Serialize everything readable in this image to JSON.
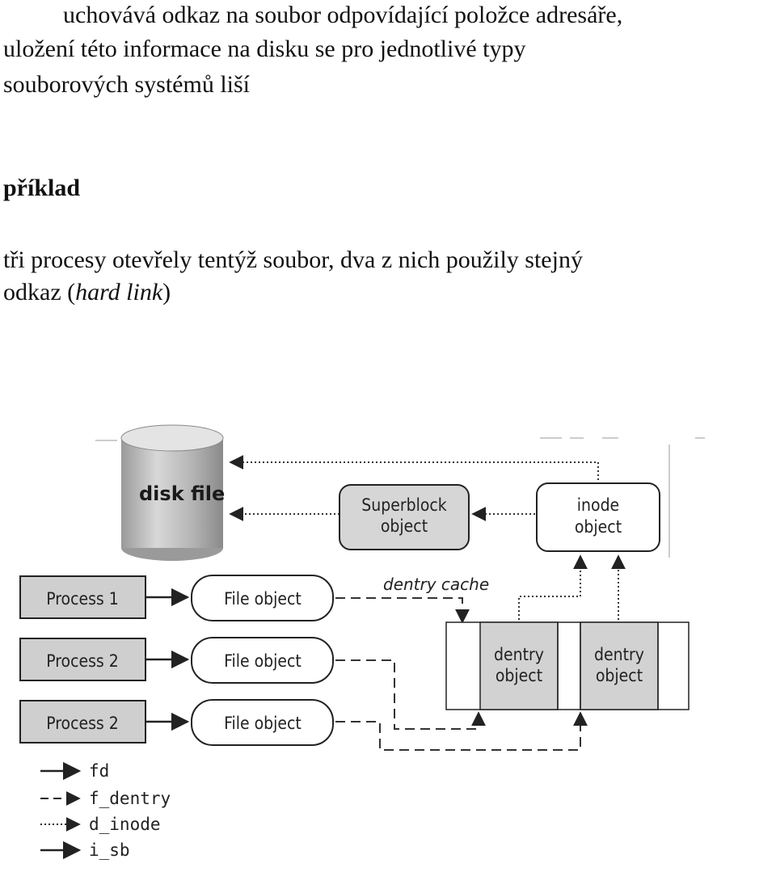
{
  "text": {
    "line1": "uchovává odkaz na soubor odpovídající položce  adresáře,",
    "line2": "uložení této informace na disku se pro  jednotlivé typy",
    "line3": "souborových systémů liší",
    "heading": "příklad",
    "para1": "tři procesy otevřely tentýž soubor, dva z nich použily stejný",
    "para2_prefix": "odkaz (",
    "para2_italic": "hard link",
    "para2_suffix": ")"
  },
  "diagram": {
    "disk_file": "disk file",
    "superblock_l1": "Superblock",
    "superblock_l2": "object",
    "inode_l1": "inode",
    "inode_l2": "object",
    "process1": "Process 1",
    "process2a": "Process 2",
    "process2b": "Process 2",
    "file_object_1": "File object",
    "file_object_2": "File object",
    "file_object_3": "File object",
    "dentry_cache": "dentry cache",
    "dentry1_l1": "dentry",
    "dentry1_l2": "object",
    "dentry2_l1": "dentry",
    "dentry2_l2": "object",
    "legend": {
      "fd": "fd",
      "f_dentry": "f_dentry",
      "d_inode": "d_inode",
      "i_sb": "i_sb"
    }
  }
}
